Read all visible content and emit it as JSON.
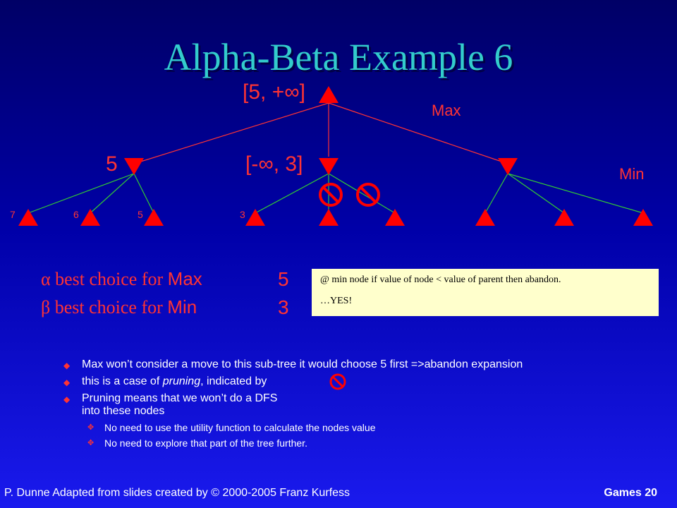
{
  "slide": {
    "title": "Alpha-Beta Example 6"
  },
  "tree": {
    "root_label": "[5, +∞]",
    "max_label": "Max",
    "min_label": "Min",
    "min1_value": "5",
    "min2_label": "[-∞, 3]",
    "leaves": [
      "7",
      "6",
      "5",
      "3"
    ]
  },
  "choices": {
    "alpha_symbol": "α",
    "alpha_text": "best choice for",
    "alpha_player": "Max",
    "alpha_value": "5",
    "beta_symbol": "β",
    "beta_text": "best choice for",
    "beta_player": "Min",
    "beta_value": "3"
  },
  "note": {
    "line1": "@ min node if value of node  < value of parent then abandon.",
    "line2": "…YES!"
  },
  "bullets": {
    "b1": "Max won’t consider a move to this sub-tree it would choose 5 first =>abandon expansion",
    "b2_pre": "this is a case of ",
    "b2_em": "pruning",
    "b2_post": ", indicated by",
    "b3_line1": "Pruning means that we won’t do a DFS",
    "b3_line2": "into these nodes",
    "s1": "No need to use the utility function to calculate the nodes value",
    "s2": "No need to explore that part of the tree further."
  },
  "footer": {
    "left": "P. Dunne  Adapted from slides created by © 2000-2005 Franz Kurfess",
    "right": "Games  20"
  },
  "colors": {
    "node": "#ff0000",
    "max_edge": "#ff3333",
    "min_edge": "#33cc33",
    "prune_icon": "#ff0000",
    "note_bg": "#ffffcc",
    "title": "#33cccc"
  }
}
